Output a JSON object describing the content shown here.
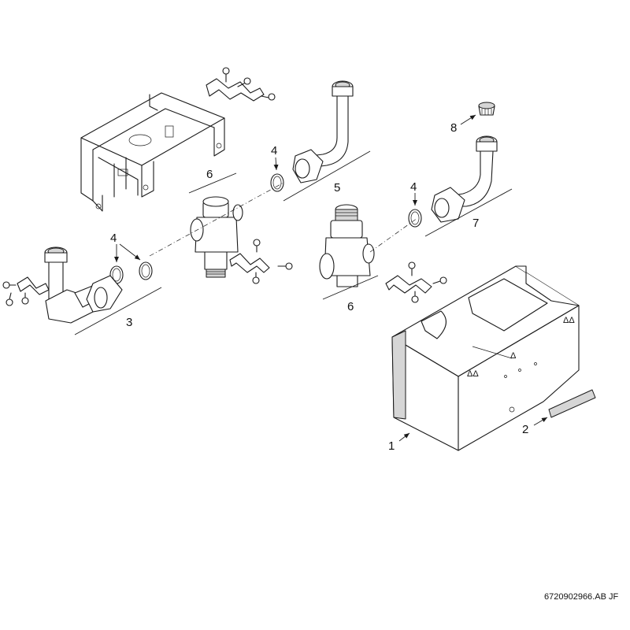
{
  "callouts": {
    "c1": "1",
    "c2": "2",
    "c3": "3",
    "c4a": "4",
    "c4b": "4",
    "c4c": "4",
    "c5": "5",
    "c6a": "6",
    "c6b": "6",
    "c7": "7",
    "c8": "8"
  },
  "document_number": "6720902966.AB JF",
  "colors": {
    "line": "#1a1a1a",
    "shade": "#d6d6d6",
    "background": "#ffffff"
  }
}
